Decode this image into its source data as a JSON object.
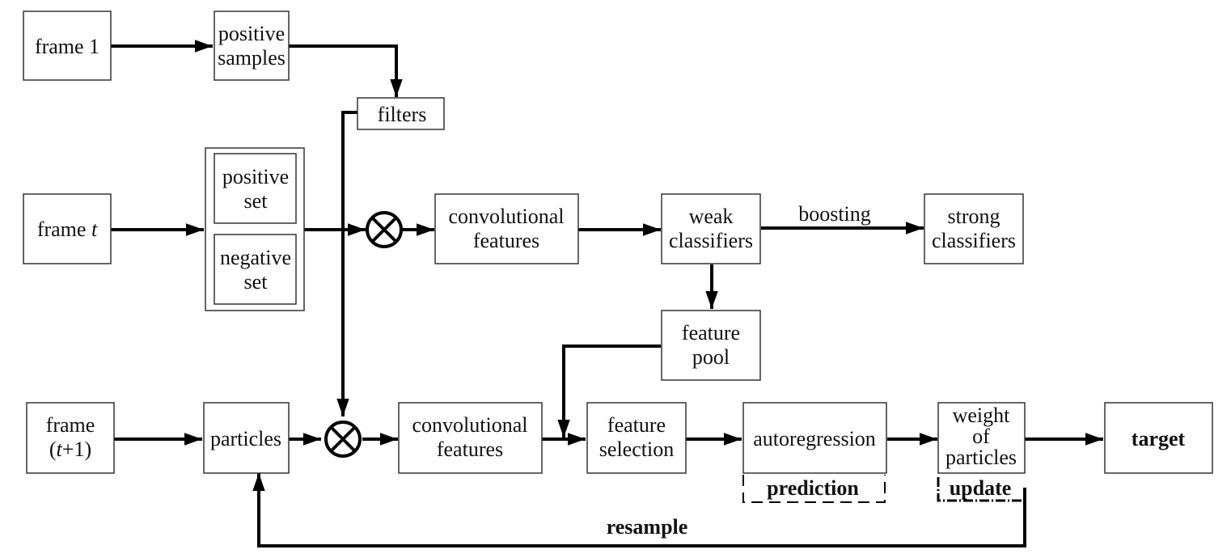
{
  "diagram": {
    "nodes": {
      "frame1": {
        "lines": [
          "frame 1"
        ]
      },
      "positive_samples": {
        "lines": [
          "positive",
          "samples"
        ]
      },
      "filters": {
        "lines": [
          "filters"
        ]
      },
      "frame_t": {
        "lines": [
          "frame ",
          "t"
        ]
      },
      "positive_set": {
        "lines": [
          "positive",
          "set"
        ]
      },
      "negative_set": {
        "lines": [
          "negative",
          "set"
        ]
      },
      "conv_features_top": {
        "lines": [
          "convolutional",
          "features"
        ]
      },
      "weak_classifiers": {
        "lines": [
          "weak",
          "classifiers"
        ]
      },
      "strong_classifiers": {
        "lines": [
          "strong",
          "classifiers"
        ]
      },
      "feature_pool": {
        "lines": [
          "feature",
          "pool"
        ]
      },
      "frame_t1": {
        "lines": [
          "frame",
          "(",
          "t",
          "+1)"
        ]
      },
      "particles": {
        "lines": [
          "particles"
        ]
      },
      "conv_features_bottom": {
        "lines": [
          "convolutional",
          "features"
        ]
      },
      "feature_selection": {
        "lines": [
          "feature",
          "selection"
        ]
      },
      "autoregression": {
        "lines": [
          "autoregression"
        ]
      },
      "weight_of_particles": {
        "lines": [
          "weight",
          "of",
          "particles"
        ]
      },
      "target": {
        "lines": [
          "target"
        ]
      }
    },
    "edge_labels": {
      "boosting": "boosting",
      "prediction": "prediction",
      "update": "update",
      "resample": "resample"
    },
    "operators": {
      "multiply_symbol": "convolution-operator"
    }
  }
}
